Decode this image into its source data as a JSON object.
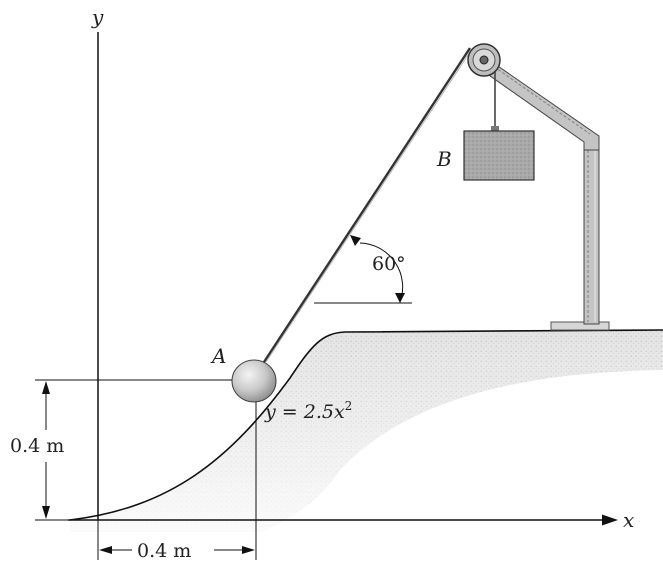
{
  "labels": {
    "y_axis": "y",
    "x_axis": "x",
    "point_a": "A",
    "block_b": "B",
    "angle": "60°",
    "curve_eq_lhs": "y = 2.5",
    "curve_eq_var": "x",
    "curve_eq_exp": "2",
    "height_dim": "0.4 m",
    "width_dim": "0.4 m"
  }
}
